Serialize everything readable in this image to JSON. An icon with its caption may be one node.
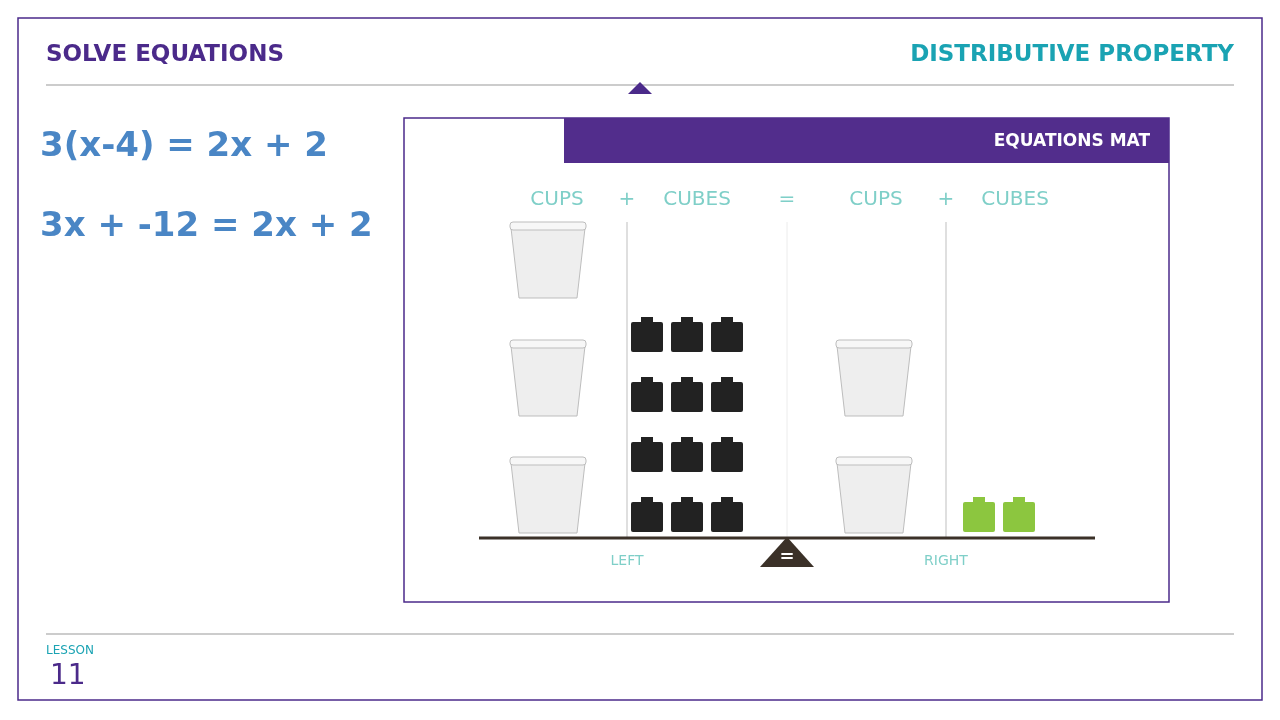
{
  "diagram": {
    "title": "SOLVE EQUATIONS",
    "labels": [
      "DISTRIBUTIVE PROPERTY",
      "3(x-4) = 2x + 2",
      "3x + -12 = 2x + 2",
      "EQUATIONS MAT",
      "CUPS",
      "+",
      "CUBES",
      "=",
      "CUPS",
      "+",
      "CUBES",
      "=",
      "LEFT",
      "RIGHT",
      "LESSON",
      "11"
    ]
  }
}
